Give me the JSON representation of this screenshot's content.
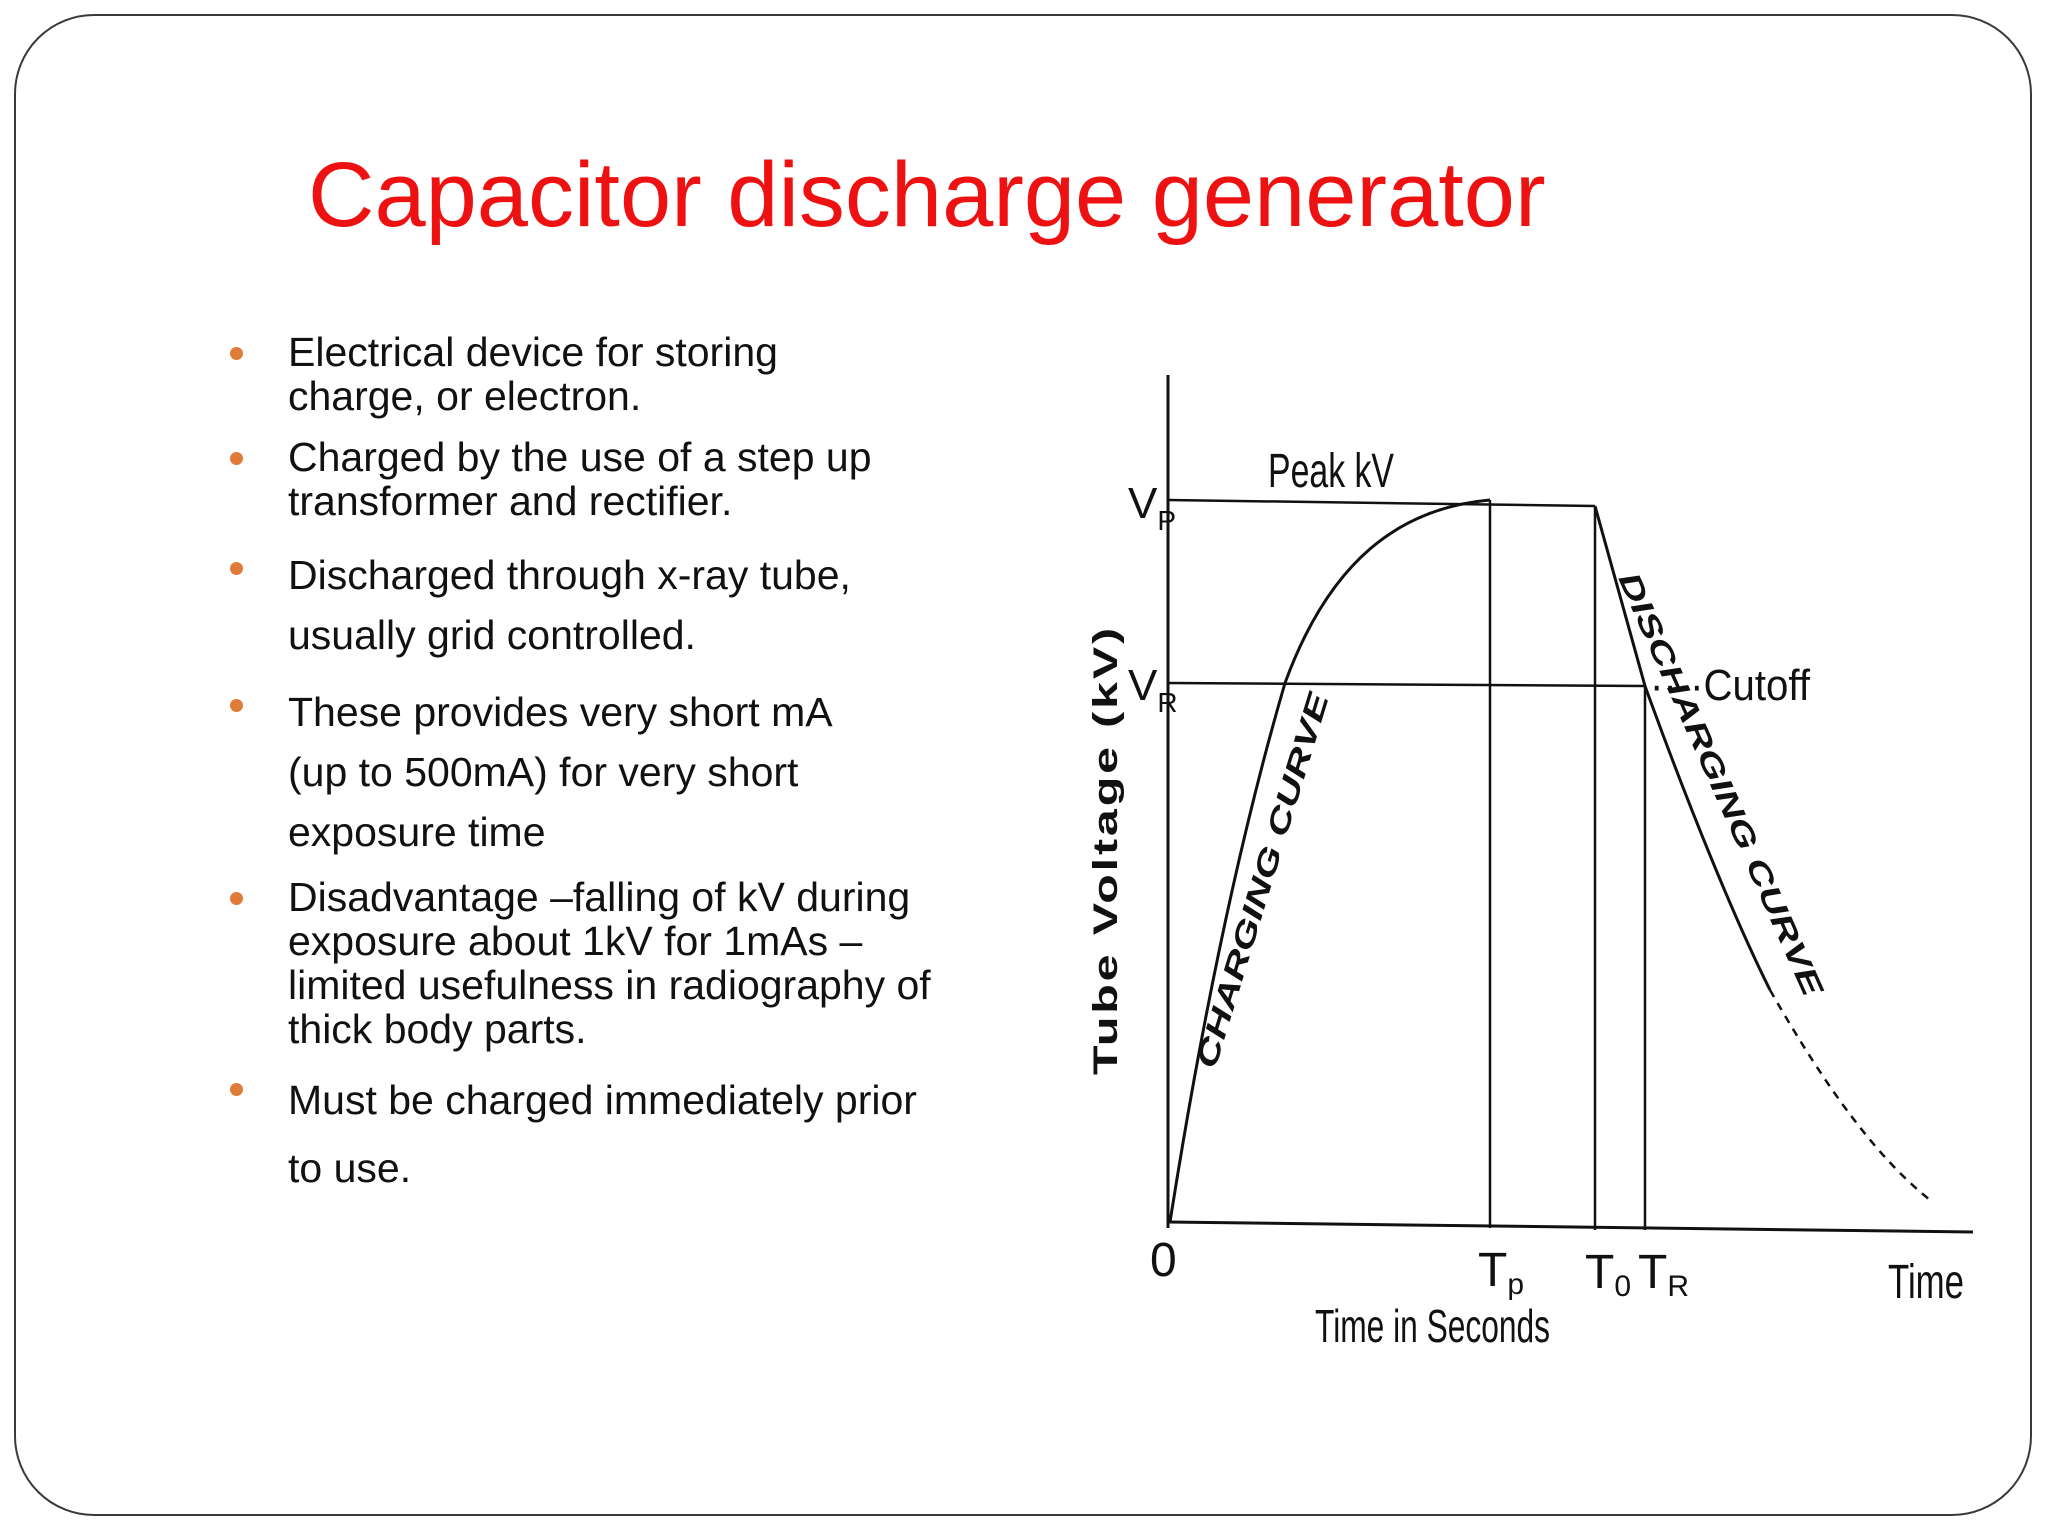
{
  "title": "Capacitor discharge generator",
  "bullets": [
    {
      "lines": [
        "Electrical device for storing",
        "charge, or electron."
      ]
    },
    {
      "lines": [
        "Charged by the use of a step up",
        "transformer and rectifier."
      ]
    },
    {
      "lines": [
        "Discharged through x-ray tube,",
        "usually grid controlled."
      ]
    },
    {
      "lines": [
        "These provides very short mA",
        "(up to 500mA) for very short",
        "exposure time"
      ]
    },
    {
      "lines": [
        "Disadvantage –falling of kV during",
        "exposure about 1kV for 1mAs –",
        "limited usefulness in radiography of",
        "thick body parts."
      ]
    },
    {
      "lines": [
        "Must be charged immediately prior",
        "to use."
      ]
    }
  ],
  "colors": {
    "title": "#ee1111",
    "bullet": "#e07b39",
    "text": "#111111"
  },
  "diagram": {
    "y_axis_label": "Tube Voltage (kV)",
    "x_axis_label": "Time in Seconds",
    "x_end_label": "Time",
    "origin_label": "0",
    "peak_label": "Peak kV",
    "vp": {
      "main": "V",
      "sub": "P"
    },
    "vr": {
      "main": "V",
      "sub": "R"
    },
    "tp": {
      "main": "T",
      "sub": "p"
    },
    "t0": {
      "main": "T",
      "sub": "0"
    },
    "tr": {
      "main": "T",
      "sub": "R"
    },
    "cutoff_label": "····Cutoff",
    "charging_curve_label": "CHARGING CURVE",
    "discharging_curve_label": "DISCHARGING CURVE"
  }
}
